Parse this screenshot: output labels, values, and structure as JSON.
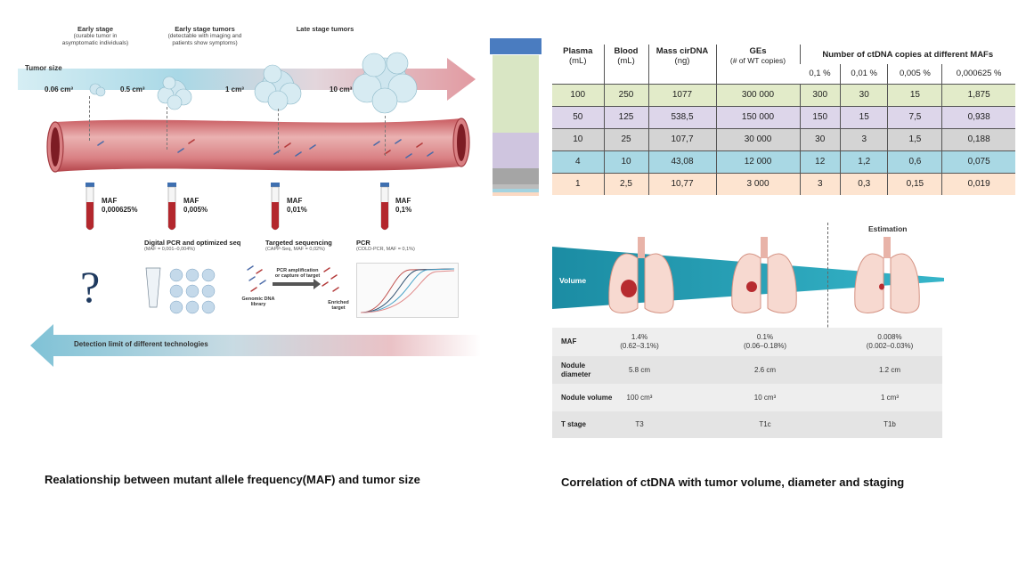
{
  "left_figure": {
    "stage_labels": {
      "early_stage": "Early stage",
      "early_stage_sub": "(curable tumor in asymptomatic individuals)",
      "early_tumors": "Early stage tumors",
      "early_tumors_sub": "(detectable with imaging and patients show symptoms)",
      "late_tumors": "Late stage tumors"
    },
    "tumor_size_label": "Tumor size",
    "sizes": [
      "0.06 cm³",
      "0.5 cm³",
      "1 cm³",
      "10 cm³"
    ],
    "mafs": [
      {
        "label": "MAF",
        "value": "0,000625%"
      },
      {
        "label": "MAF",
        "value": "0,005%"
      },
      {
        "label": "MAF",
        "value": "0,01%"
      },
      {
        "label": "MAF",
        "value": "0,1%"
      }
    ],
    "question_mark": "?",
    "techs": [
      {
        "title": "Digital PCR and optimized seq",
        "sub": "(MAF = 0,001–0,004%)"
      },
      {
        "title": "Targeted sequencing",
        "sub": "(CAPP-Seq, MAF = 0,02%)"
      },
      {
        "title": "PCR",
        "sub": "(COLD-PCR, MAF = 0,1%)"
      }
    ],
    "lib_label": "Genomic DNA library",
    "amp_label": "PCR amplification or capture of target",
    "enriched_label": "Enriched target",
    "detection_label": "Detection limit of different technologies",
    "caption": "Realationship between mutant allele frequency(MAF) and tumor size"
  },
  "table": {
    "headers": {
      "plasma": "Plasma",
      "plasma_unit": "(mL)",
      "blood": "Blood",
      "blood_unit": "(mL)",
      "mass": "Mass cirDNA",
      "mass_unit": "(ng)",
      "ges": "GEs",
      "ges_unit": "(# of WT copies)",
      "copies": "Number of ctDNA copies at different MAFs"
    },
    "maf_cols": [
      "0,1 %",
      "0,01 %",
      "0,005 %",
      "0,000625 %"
    ],
    "rows": [
      {
        "cells": [
          "100",
          "250",
          "1077",
          "300 000",
          "300",
          "30",
          "15",
          "1,875"
        ],
        "color": "#e2ebc9"
      },
      {
        "cells": [
          "50",
          "125",
          "538,5",
          "150 000",
          "150",
          "15",
          "7,5",
          "0,938"
        ],
        "color": "#ddd6ea"
      },
      {
        "cells": [
          "10",
          "25",
          "107,7",
          "30 000",
          "30",
          "3",
          "1,5",
          "0,188"
        ],
        "color": "#d4d4d4"
      },
      {
        "cells": [
          "4",
          "10",
          "43,08",
          "12 000",
          "12",
          "1,2",
          "0,6",
          "0,075"
        ],
        "color": "#a9d8e4"
      },
      {
        "cells": [
          "1",
          "2,5",
          "10,77",
          "3 000",
          "3",
          "0,3",
          "0,15",
          "0,019"
        ],
        "color": "#fde4d0"
      }
    ],
    "tube_colors": [
      "#4a7cc0",
      "#d9e6c4",
      "#cfc5df",
      "#a5a5a5",
      "#bcbcbc",
      "#a3d3e0",
      "#fbd9c3"
    ]
  },
  "lung_figure": {
    "estimation_label": "Estimation",
    "volume_label": "Volume",
    "rows": [
      {
        "header": "MAF",
        "values": [
          "1.4%\n(0.62–3.1%)",
          "0.1%\n(0.06–0.18%)",
          "0.008%\n(0.002–0.03%)"
        ]
      },
      {
        "header": "Nodule diameter",
        "values": [
          "5.8 cm",
          "2.6 cm",
          "1.2 cm"
        ]
      },
      {
        "header": "Nodule volume",
        "values": [
          "100 cm³",
          "10 cm³",
          "1 cm³"
        ]
      },
      {
        "header": "T stage",
        "values": [
          "T3",
          "T1c",
          "T1b"
        ]
      }
    ],
    "caption": "Correlation of ctDNA with tumor volume, diameter and staging"
  }
}
